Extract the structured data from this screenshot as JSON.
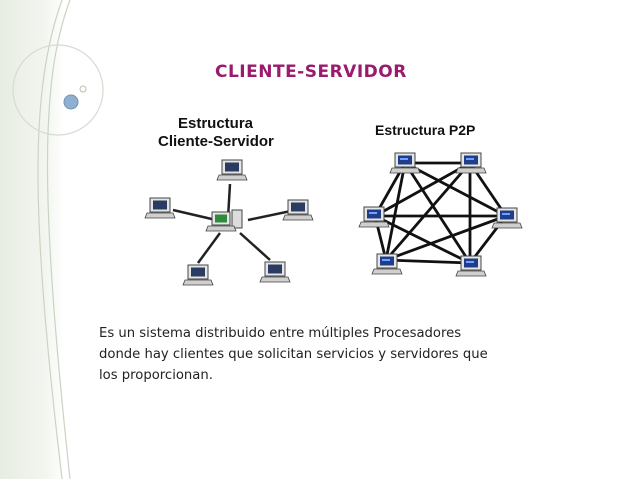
{
  "slide": {
    "title": "CLIENTE-SERVIDOR",
    "body_lines": [
      "Es un sistema distribuido entre múltiples Procesadores",
      "donde hay clientes que solicitan servicios y servidores que",
      "los proporcionan."
    ]
  },
  "diagram_left": {
    "title_line1": "Estructura",
    "title_line2": "Cliente-Servidor"
  },
  "diagram_right": {
    "title": "Estructura P2P"
  },
  "colors": {
    "title": "#9b1a6e",
    "accent_sphere": "#8fb0d0",
    "decor_lines": "#c9d4c2"
  }
}
